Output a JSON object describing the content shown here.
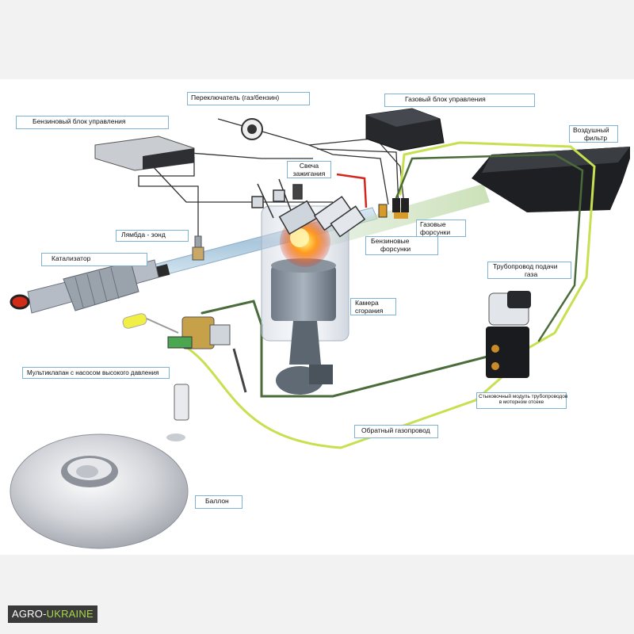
{
  "labels": {
    "switch": "Переключатель (газ/бензин)",
    "gas_ecu": "Газовый блок управления",
    "petrol_ecu": "Бензиновый блок управления",
    "air_filter_1": "Воздушный",
    "air_filter_2": "фильтр",
    "spark_plug_1": "Свеча",
    "spark_plug_2": "зажигания",
    "lambda": "Лямбда - зонд",
    "gas_injectors_1": "Газовые",
    "gas_injectors_2": "форсунки",
    "petrol_injectors_1": "Бензиновые",
    "petrol_injectors_2": "форсунки",
    "catalyst": "Катализатор",
    "gas_line_1": "Трубопровод подачи",
    "gas_line_2": "газа",
    "chamber_1": "Камера",
    "chamber_2": "сгорания",
    "multivalve": "Мультиклапан с насосом высокого давления",
    "coupling_1": "Стыковочный модуль трубопроводов",
    "coupling_2": "в моторном отсеке",
    "return_line": "Обратный газопровод",
    "tank": "Баллон"
  },
  "watermark": {
    "part1": "AGRO-",
    "part2": "UKRAINE"
  },
  "colors": {
    "label_border": "#7fb3d5",
    "gas_line": "#c6e050",
    "dark_line": "#4a6b3a",
    "pipe": "#b7d3e6",
    "tank": "#d9dadf"
  }
}
